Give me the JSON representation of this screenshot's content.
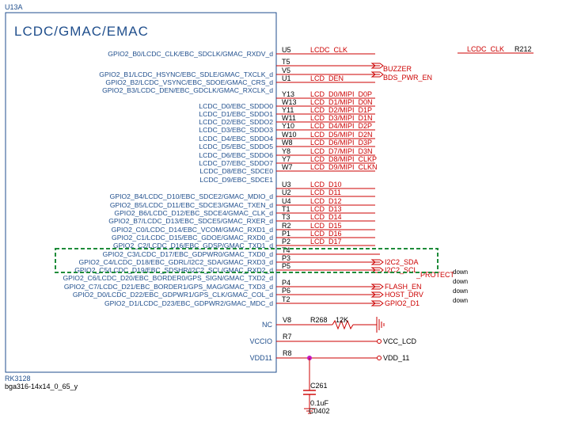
{
  "component": {
    "ref": "U13A",
    "block_title": "LCDC/GMAC/EMAC",
    "part": "RK3128",
    "package": "bga316-14x14_0_65_y"
  },
  "pins": [
    {
      "name": "GPIO2_B0/LCDC_CLK/EBC_SDCLK/GMAC_RXDV_d",
      "num": "U5",
      "net": "LCDC_CLK",
      "arrow": false
    },
    {
      "name": "",
      "num": "T5",
      "net": "",
      "arrow": true
    },
    {
      "name": "GPIO2_B1/LCDC_HSYNC/EBC_SDLE/GMAC_TXCLK_d",
      "num": "V5",
      "net": "",
      "arrow": true
    },
    {
      "name": "GPIO2_B2/LCDC_VSYNC/EBC_SDOE/GMAC_CRS_d",
      "num": "U1",
      "net": "LCD_DEN",
      "arrow": false
    },
    {
      "name": "GPIO2_B3/LCDC_DEN/EBC_GDCLK/GMAC_RXCLK_d",
      "num": "",
      "net": "",
      "arrow": false
    },
    {
      "name": "",
      "num": "Y13",
      "net": "LCD_D0/MIPI_D0P",
      "arrow": false
    },
    {
      "name": "LCDC_D0/EBC_SDDO0",
      "num": "W13",
      "net": "LCD_D1/MIPI_D0N",
      "arrow": false
    },
    {
      "name": "LCDC_D1/EBC_SDDO1",
      "num": "Y11",
      "net": "LCD_D2/MIPI_D1P",
      "arrow": false
    },
    {
      "name": "LCDC_D2/EBC_SDDO2",
      "num": "W11",
      "net": "LCD_D3/MIPI_D1N",
      "arrow": false
    },
    {
      "name": "LCDC_D3/EBC_SDDO3",
      "num": "Y10",
      "net": "LCD_D4/MIPI_D2P",
      "arrow": false
    },
    {
      "name": "LCDC_D4/EBC_SDDO4",
      "num": "W10",
      "net": "LCD_D5/MIPI_D2N",
      "arrow": false
    },
    {
      "name": "LCDC_D5/EBC_SDDO5",
      "num": "W8",
      "net": "LCD_D6/MIPI_D3P",
      "arrow": false
    },
    {
      "name": "LCDC_D6/EBC_SDDO6",
      "num": "Y8",
      "net": "LCD_D7/MIPI_D3N",
      "arrow": false
    },
    {
      "name": "LCDC_D7/EBC_SDDO7",
      "num": "Y7",
      "net": "LCD_D8/MIPI_CLKP",
      "arrow": false
    },
    {
      "name": "LCDC_D8/EBC_SDCE0",
      "num": "W7",
      "net": "LCD_D9/MIPI_CLKN",
      "arrow": false
    },
    {
      "name": "LCDC_D9/EBC_SDCE1",
      "num": "",
      "net": "",
      "arrow": false
    },
    {
      "name": "",
      "num": "U3",
      "net": "LCD_D10",
      "arrow": false
    },
    {
      "name": "GPIO2_B4/LCDC_D10/EBC_SDCE2/GMAC_MDIO_d",
      "num": "U2",
      "net": "LCD_D11",
      "arrow": false
    },
    {
      "name": "GPIO2_B5/LCDC_D11/EBC_SDCE3/GMAC_TXEN_d",
      "num": "U4",
      "net": "LCD_D12",
      "arrow": false
    },
    {
      "name": "GPIO2_B6/LCDC_D12/EBC_SDCE4/GMAC_CLK_d",
      "num": "T1",
      "net": "LCD_D13",
      "arrow": false
    },
    {
      "name": "GPIO2_B7/LCDC_D13/EBC_SDCE5/GMAC_RXER_d",
      "num": "T3",
      "net": "LCD_D14",
      "arrow": false
    },
    {
      "name": "GPIO2_C0/LCDC_D14/EBC_VCOM/GMAC_RXD1_d",
      "num": "R2",
      "net": "LCD_D15",
      "arrow": false
    },
    {
      "name": "GPIO2_C1/LCDC_D15/EBC_GDOE/GMAC_RXD0_d",
      "num": "P1",
      "net": "LCD_D16",
      "arrow": false
    },
    {
      "name": "GPIO2_C2/LCDC_D16/EBC_GDSP/GMAC_TXD1_d",
      "num": "P2",
      "net": "LCD_D17",
      "arrow": false
    },
    {
      "name": "GPIO2_C3/LCDC_D17/EBC_GDPWR0/GMAC_TXD0_d",
      "num": "T4",
      "net": "",
      "arrow": false
    },
    {
      "name": "GPIO2_C4/LCDC_D18/EBC_GDRL/I2C2_SDA/GMAC_RXD3_d",
      "num": "P3",
      "net": "I2C2_SDA",
      "arrow": true
    },
    {
      "name": "GPIO2_C5/LCDC_D19/EBC_SDSHR/I2C2_SCL/GMAC_RXD2_d",
      "num": "P5",
      "net": "I2C2_SCL",
      "arrow": true
    },
    {
      "name": "GPIO2_C6/LCDC_D20/EBC_BORDER0/GPS_SIGN/GMAC_TXD2_d",
      "num": "",
      "net": "",
      "arrow": false
    },
    {
      "name": "GPIO2_C7/LCDC_D21/EBC_BORDER1/GPS_MAG/GMAC_TXD3_d",
      "num": "P4",
      "net": "FLASH_EN",
      "arrow": true
    },
    {
      "name": "GPIO2_D0/LCDC_D22/EBC_GDPWR1/GPS_CLK/GMAC_COL_d",
      "num": "P6",
      "net": "HOST_DRV",
      "arrow": true
    },
    {
      "name": "GPIO2_D1/LCDC_D23/EBC_GDPWR2/GMAC_MDC_d",
      "num": "T2",
      "net": "GPIO2_D1",
      "arrow": true
    }
  ],
  "arrow_nets": {
    "buzzer": "BUZZER",
    "bds": "BDS_PWR_EN",
    "partial": "_PROTECT"
  },
  "off_sheet": {
    "net": "LCDC_CLK",
    "ref": "R212"
  },
  "down_labels": [
    "down",
    "down",
    "down",
    "down"
  ],
  "power_pins": [
    {
      "name": "NC",
      "num": "V8"
    },
    {
      "name": "VCCIO",
      "num": "R7"
    },
    {
      "name": "VDD11",
      "num": "R8"
    }
  ],
  "resistor": {
    "ref": "R268",
    "value": "12K"
  },
  "power_nets": {
    "vcc": "VCC_LCD",
    "vdd": "VDD_11"
  },
  "capacitor": {
    "ref": "C261",
    "value": "0.1uF",
    "package": "C0402"
  },
  "colors": {
    "body_outline": "#1f4e8c",
    "label_text": "#1f4e8c",
    "pin_number": "#000000",
    "net_red": "#cc0000",
    "highlight": "#1e8c3a",
    "junction": "#c218c2",
    "wire": "#cc0000"
  }
}
